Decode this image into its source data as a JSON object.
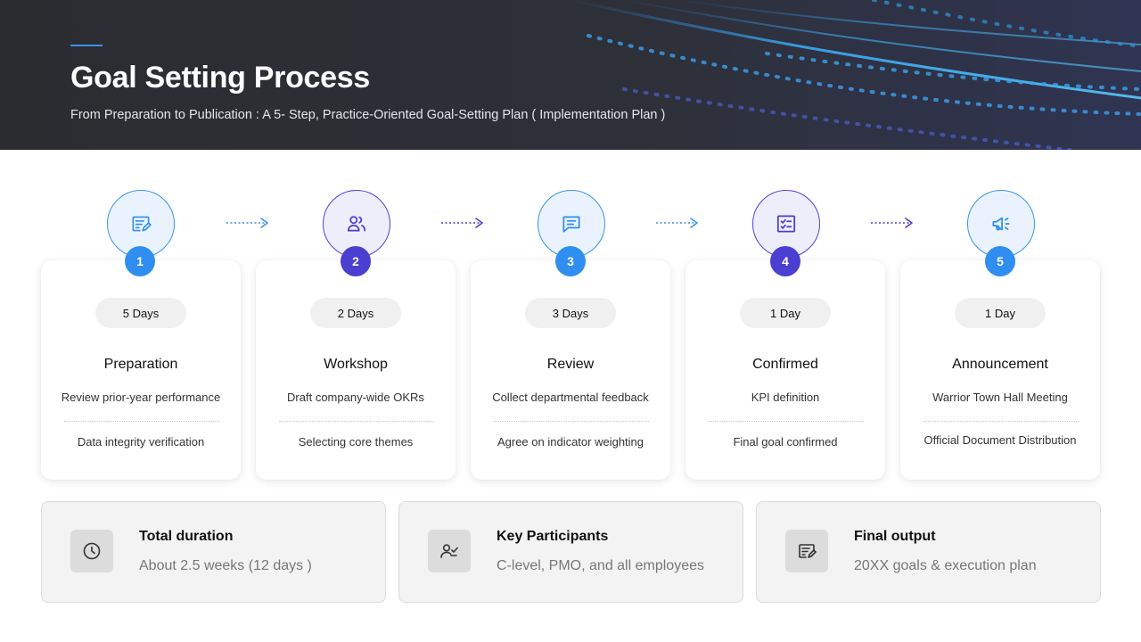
{
  "header": {
    "title": "Goal Setting Process",
    "subtitle": "From Preparation to Publication : A 5- Step, Practice-Oriented Goal-Setting Plan ( Implementation Plan )"
  },
  "steps": [
    {
      "number": "1",
      "duration": "5 Days",
      "name": "Preparation",
      "line1": "Review prior-year performance",
      "line2": "Data integrity verification",
      "icon": "edit-note-icon",
      "accent": "#2f8ef0"
    },
    {
      "number": "2",
      "duration": "2 Days",
      "name": "Workshop",
      "line1": "Draft company-wide OKRs",
      "line2": "Selecting core themes",
      "icon": "users-icon",
      "accent": "#4a3fd0"
    },
    {
      "number": "3",
      "duration": "3 Days",
      "name": "Review",
      "line1": "Collect departmental feedback",
      "line2": "Agree on indicator weighting",
      "icon": "chat-icon",
      "accent": "#2f8ef0"
    },
    {
      "number": "4",
      "duration": "1 Day",
      "name": "Confirmed",
      "line1": "KPI definition",
      "line2": "Final goal confirmed",
      "icon": "checklist-icon",
      "accent": "#4a3fd0"
    },
    {
      "number": "5",
      "duration": "1 Day",
      "name": "Announcement",
      "line1": "Warrior Town Hall Meeting",
      "line2": "Official Document Distribution",
      "icon": "megaphone-icon",
      "accent": "#2f8ef0"
    }
  ],
  "info": [
    {
      "title": "Total duration",
      "value": "About 2.5 weeks (12 days )",
      "icon": "clock-icon"
    },
    {
      "title": "Key Participants",
      "value": "C-level, PMO, and all employees",
      "icon": "user-check-icon"
    },
    {
      "title": "Final output",
      "value": "20XX goals & execution plan",
      "icon": "edit-note-icon"
    }
  ],
  "colors": {
    "header_bg": "#2a2b2f",
    "accent_blue": "#2f8ef0",
    "accent_purple": "#4a3fd0",
    "info_bg": "#f3f3f3"
  }
}
